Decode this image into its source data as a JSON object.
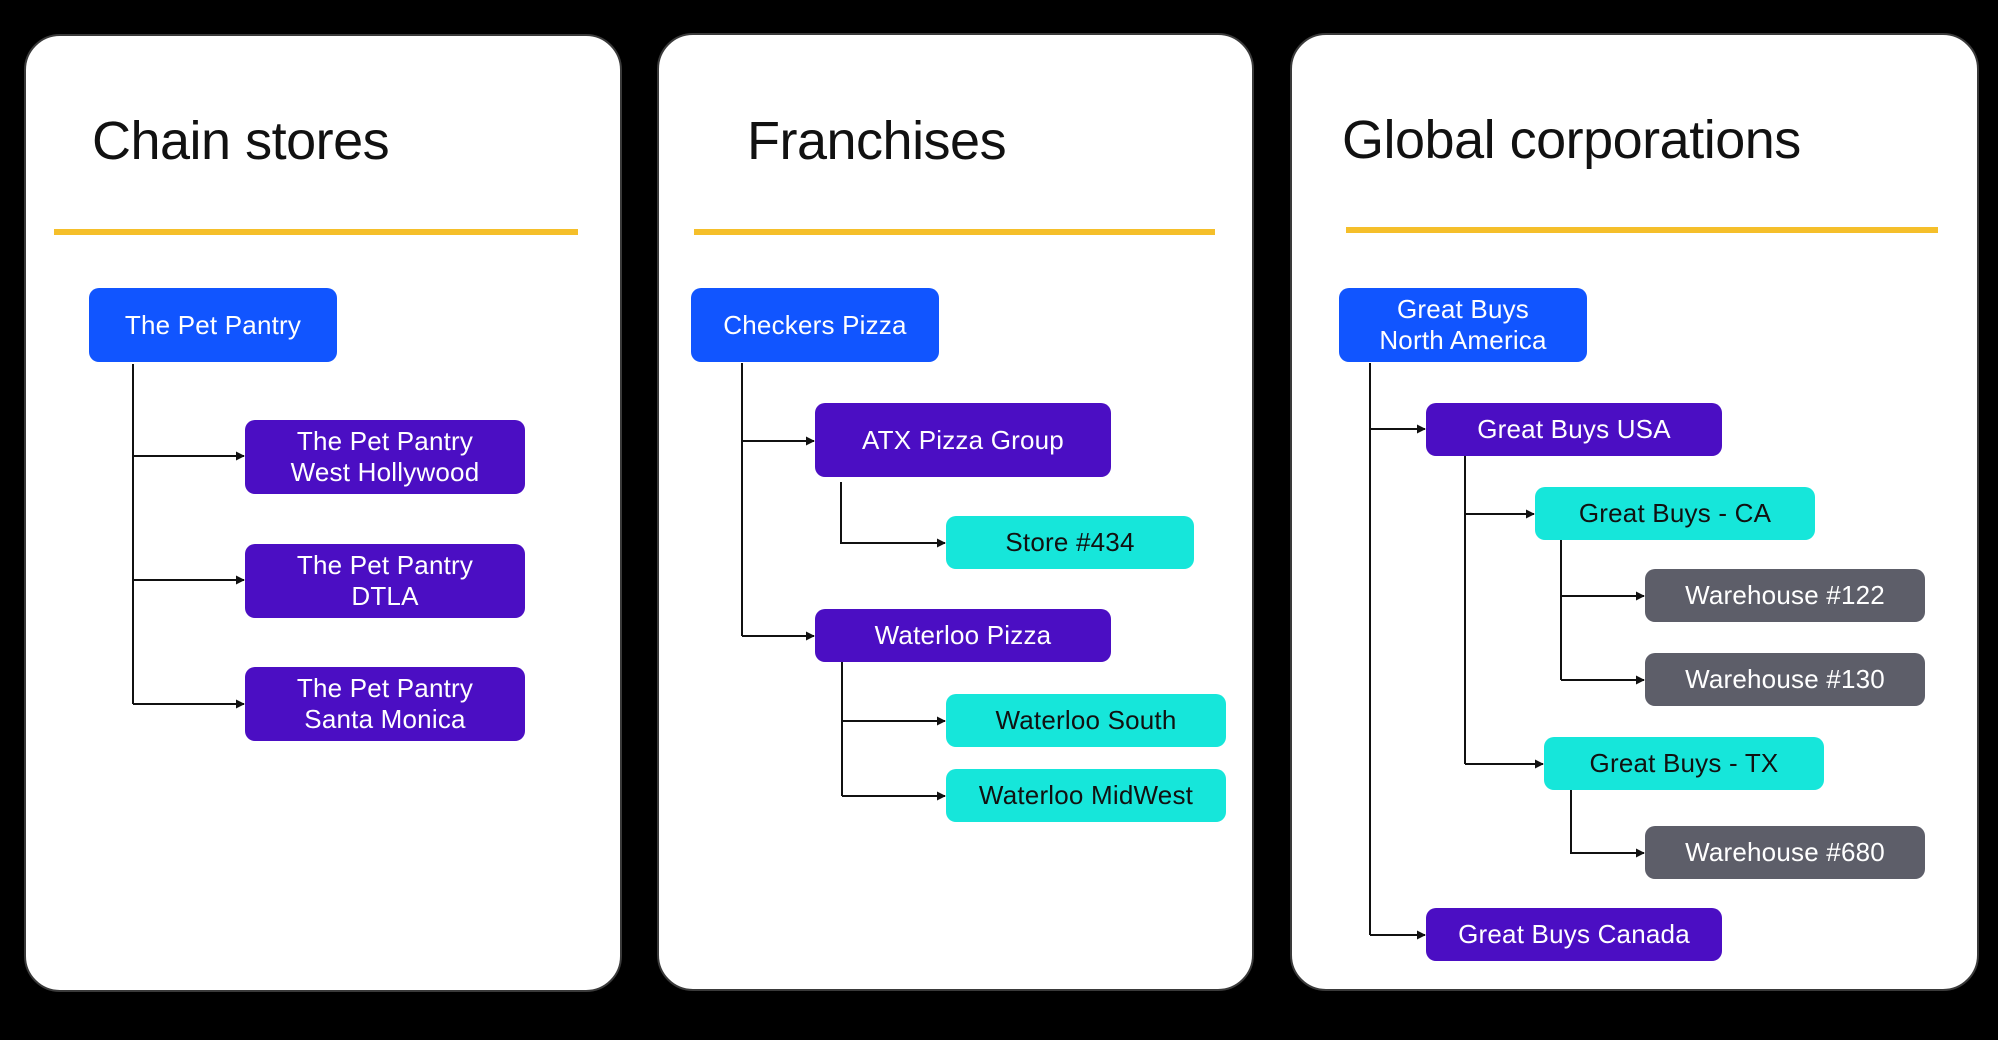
{
  "colors": {
    "background": "#000000",
    "panel": "#ffffff",
    "divider": "#f5bf2a",
    "connector": "#111111",
    "level_blue": "#1155ff",
    "level_purple": "#4b0ec3",
    "level_cyan": "#16e6da",
    "level_gray": "#5d5e69"
  },
  "panels": [
    {
      "title": "Chain stores",
      "nodes": [
        {
          "label": "The Pet Pantry",
          "level": "blue"
        },
        {
          "label": "The Pet Pantry\nWest Hollywood",
          "level": "purple"
        },
        {
          "label": "The Pet Pantry\nDTLA",
          "level": "purple"
        },
        {
          "label": "The Pet Pantry\nSanta Monica",
          "level": "purple"
        }
      ]
    },
    {
      "title": "Franchises",
      "nodes": [
        {
          "label": "Checkers Pizza",
          "level": "blue"
        },
        {
          "label": "ATX Pizza Group",
          "level": "purple"
        },
        {
          "label": "Store #434",
          "level": "cyan"
        },
        {
          "label": "Waterloo Pizza",
          "level": "purple"
        },
        {
          "label": "Waterloo South",
          "level": "cyan"
        },
        {
          "label": "Waterloo MidWest",
          "level": "cyan"
        }
      ]
    },
    {
      "title": "Global corporations",
      "nodes": [
        {
          "label": "Great Buys\nNorth America",
          "level": "blue"
        },
        {
          "label": "Great Buys USA",
          "level": "purple"
        },
        {
          "label": "Great Buys - CA",
          "level": "cyan"
        },
        {
          "label": "Warehouse #122",
          "level": "gray"
        },
        {
          "label": "Warehouse #130",
          "level": "gray"
        },
        {
          "label": "Great Buys - TX",
          "level": "cyan"
        },
        {
          "label": "Warehouse #680",
          "level": "gray"
        },
        {
          "label": "Great Buys Canada",
          "level": "purple"
        }
      ]
    }
  ]
}
